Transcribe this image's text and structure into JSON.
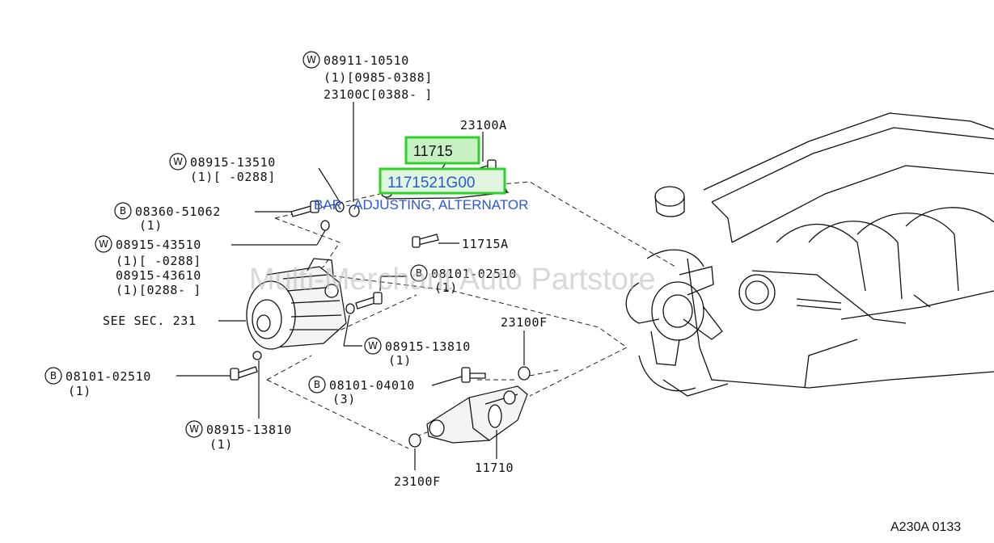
{
  "watermark": "Multi-Merchant Auto Partstore",
  "diagram_code": "A230A 0133",
  "highlight": {
    "item_number": "11715",
    "part_number": "1171521G00",
    "description": "BAR - ADJUSTING, ALTERNATOR",
    "highlight_color": "#2ed12a"
  },
  "callouts": {
    "c1": {
      "badge": "W",
      "lines": [
        "08911-10510",
        "(1)[0985-0388]",
        "23100C[0388-     ]"
      ]
    },
    "c2": {
      "lines": [
        "23100A"
      ]
    },
    "c3": {
      "badge": "W",
      "lines": [
        "08915-13510",
        "(1)[   -0288]"
      ]
    },
    "c4": {
      "badge": "B",
      "lines": [
        "08360-51062",
        "(1)"
      ]
    },
    "c5": {
      "badge": "W",
      "lines": [
        "08915-43510",
        "(1)[   -0288]",
        "08915-43610",
        "(1)[0288-   ]"
      ]
    },
    "c6": {
      "lines": [
        "11715A"
      ]
    },
    "c7": {
      "badge": "B",
      "lines": [
        "08101-02510",
        "(1)"
      ]
    },
    "c8": {
      "lines": [
        "SEE SEC. 231"
      ]
    },
    "c9": {
      "lines": [
        "23100F"
      ]
    },
    "c10": {
      "badge": "W",
      "lines": [
        "08915-13810",
        "(1)"
      ]
    },
    "c11": {
      "badge": "B",
      "lines": [
        "08101-02510",
        "(1)"
      ]
    },
    "c12": {
      "badge": "B",
      "lines": [
        "08101-04010",
        "(3)"
      ]
    },
    "c13": {
      "badge": "W",
      "lines": [
        "08915-13810",
        "(1)"
      ]
    },
    "c14": {
      "lines": [
        "11710"
      ]
    },
    "c15": {
      "lines": [
        "23100F"
      ]
    }
  }
}
